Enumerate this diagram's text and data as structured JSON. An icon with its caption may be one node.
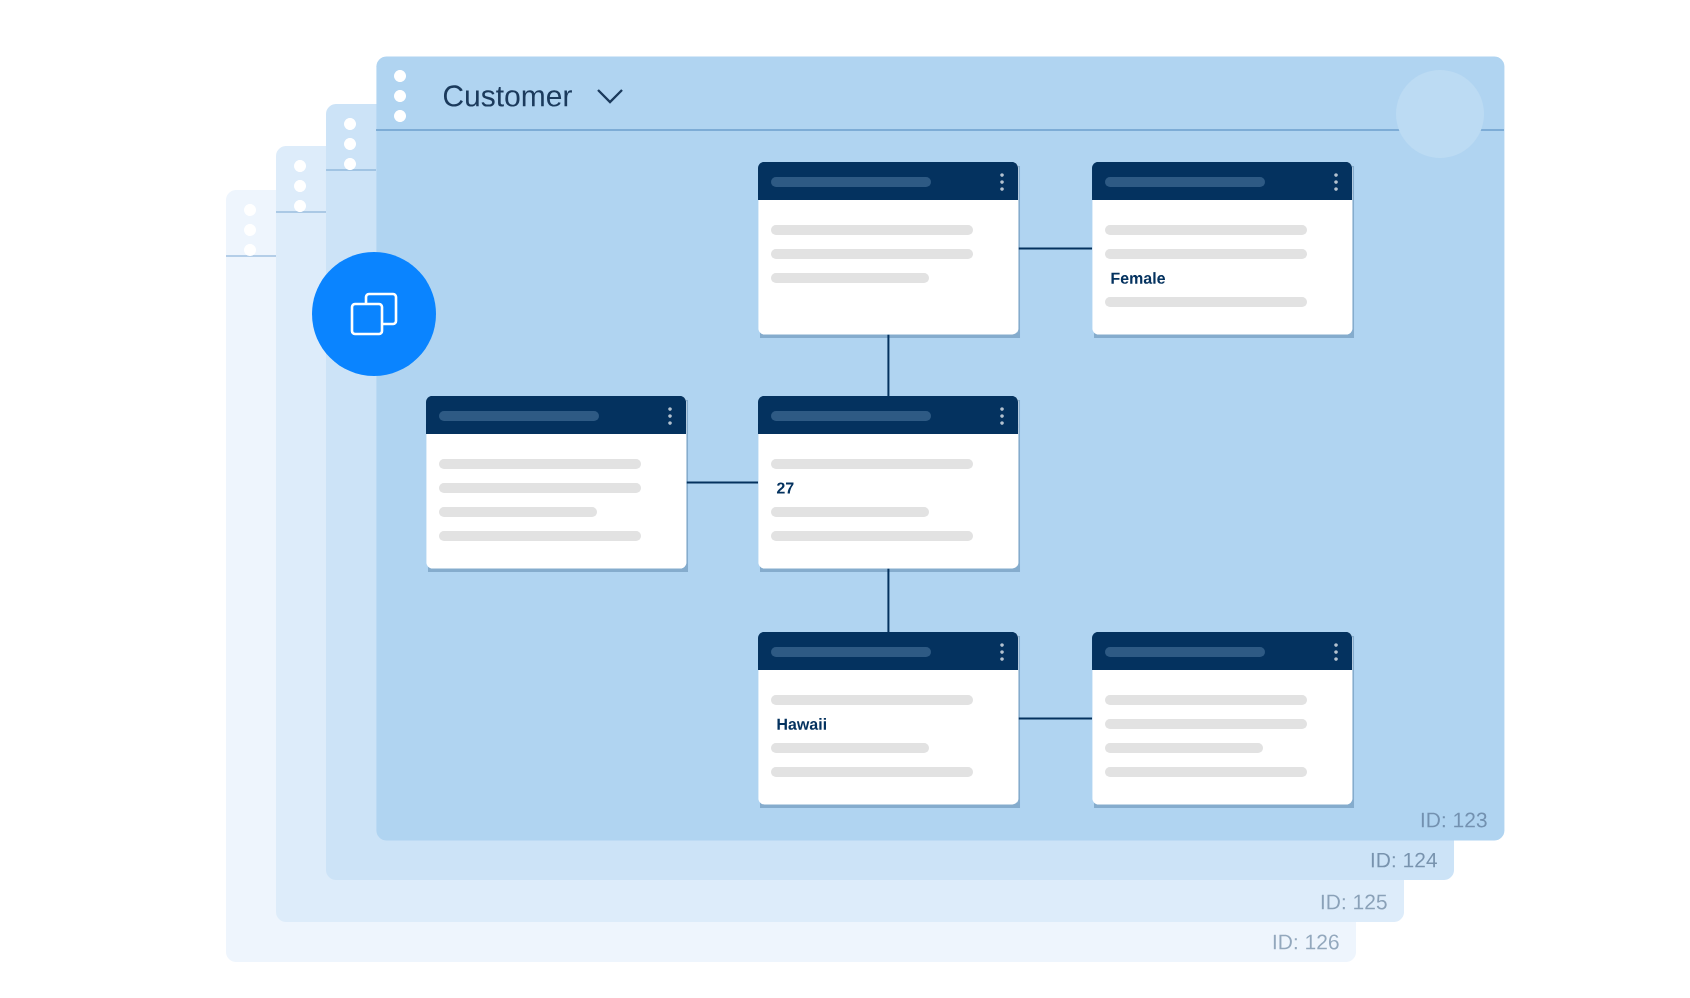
{
  "diagram": {
    "nodes": [
      {
        "text": [
          "Customer",
          "ID: 123"
        ]
      },
      {
        "text": [],
        "shape": "box",
        "in": 0
      },
      {
        "text": [
          "Female"
        ],
        "in": 0
      },
      {
        "text": [],
        "shape": "box",
        "in": 0
      },
      {
        "text": [
          "27"
        ],
        "in": 0
      },
      {
        "text": [
          "Hawaii"
        ],
        "in": 0
      },
      {
        "text": [],
        "shape": "box",
        "in": 0
      }
    ],
    "edges": [
      {
        "from": 1,
        "to": 2,
        "arrow": "none"
      },
      {
        "from": 1,
        "to": 4,
        "arrow": "none"
      },
      {
        "from": 3,
        "to": 4,
        "arrow": "none"
      },
      {
        "from": 4,
        "to": 5,
        "arrow": "none"
      },
      {
        "from": 5,
        "to": 6,
        "arrow": "none"
      }
    ],
    "labels": [
      "ID: 124",
      "ID: 125",
      "ID: 126"
    ]
  }
}
